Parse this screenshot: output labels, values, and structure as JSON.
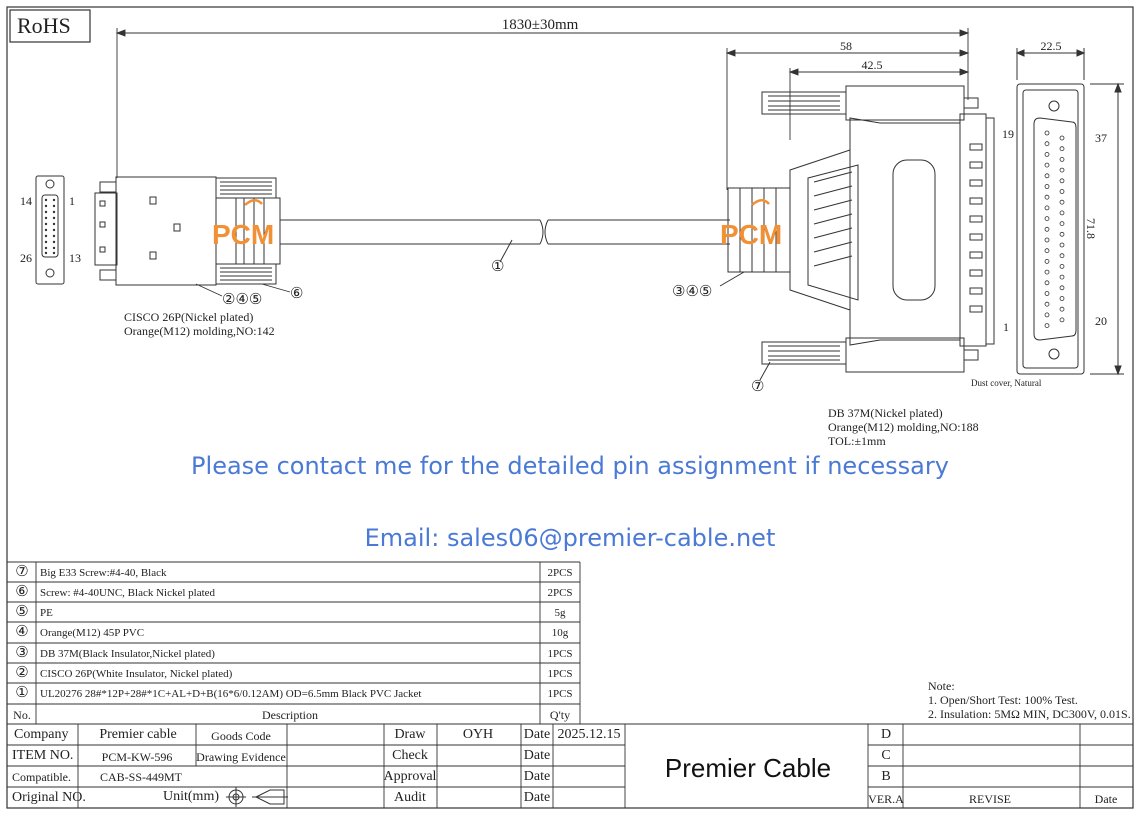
{
  "rohs": "RoHS",
  "dimensions": {
    "total_length": "1830±30mm",
    "d58": "58",
    "d42_5": "42.5",
    "d22_5": "22.5",
    "d71_8": "71.8"
  },
  "watermark": "PCM",
  "left_connector": {
    "pin_tl": "14",
    "pin_tr": "1",
    "pin_bl": "26",
    "pin_br": "13",
    "callout_a": "②④⑤",
    "callout_b": "⑥",
    "name": "CISCO 26P(Nickel plated)",
    "molding": "Orange(M12) molding,NO:142"
  },
  "cable_callout": "①",
  "right_connector": {
    "callout_a": "③④⑤",
    "callout_b": "⑦",
    "pin_19": "19",
    "pin_37": "37",
    "pin_1": "1",
    "pin_20": "20",
    "dust_cover": "Dust cover, Natural",
    "name": "DB 37M(Nickel plated)",
    "molding": "Orange(M12) molding,NO:188",
    "tol": "TOL:±1mm"
  },
  "contact": {
    "pin_note": "Please contact me for the detailed pin assignment if necessary",
    "email": "Email: sales06@premier-cable.net"
  },
  "bom": {
    "rows": [
      {
        "no": "⑦",
        "desc": "Big E33 Screw:#4-40, Black",
        "qty": "2PCS"
      },
      {
        "no": "⑥",
        "desc": "Screw: #4-40UNC, Black Nickel plated",
        "qty": "2PCS"
      },
      {
        "no": "⑤",
        "desc": "PE",
        "qty": "5g"
      },
      {
        "no": "④",
        "desc": "Orange(M12) 45P PVC",
        "qty": "10g"
      },
      {
        "no": "③",
        "desc": "DB 37M(Black Insulator,Nickel plated)",
        "qty": "1PCS"
      },
      {
        "no": "②",
        "desc": "CISCO 26P(White Insulator, Nickel plated)",
        "qty": "1PCS"
      },
      {
        "no": "①",
        "desc": "UL20276 28#*12P+28#*1C+AL+D+B(16*6/0.12AM) OD=6.5mm Black PVC Jacket",
        "qty": "1PCS"
      }
    ],
    "header_no": "No.",
    "header_desc": "Description",
    "header_qty": "Q'ty"
  },
  "notes": {
    "title": "Note:",
    "n1": "1. Open/Short Test: 100% Test.",
    "n2": "2. Insulation: 5MΩ MIN, DC300V, 0.01S."
  },
  "title_block": {
    "company_label": "Company",
    "company_value": "Premier cable",
    "goods_code": "Goods Code",
    "item_label": "ITEM NO.",
    "item_value": "PCM-KW-596",
    "drawing_evidence": "Drawing Evidence",
    "compatible_label": "Compatible.",
    "compatible_value": "CAB-SS-449MT",
    "original_label": "Original NO.",
    "unit_label": "Unit(mm)",
    "draw_label": "Draw",
    "draw_value": "OYH",
    "check_label": "Check",
    "approval_label": "Approval",
    "audit_label": "Audit",
    "date_label": "Date",
    "date_value": "2025.12.15",
    "brand": "Premier Cable",
    "rev_d": "D",
    "rev_c": "C",
    "rev_b": "B",
    "ver": "VER.A",
    "revise": "REVISE",
    "rev_date": "Date"
  }
}
